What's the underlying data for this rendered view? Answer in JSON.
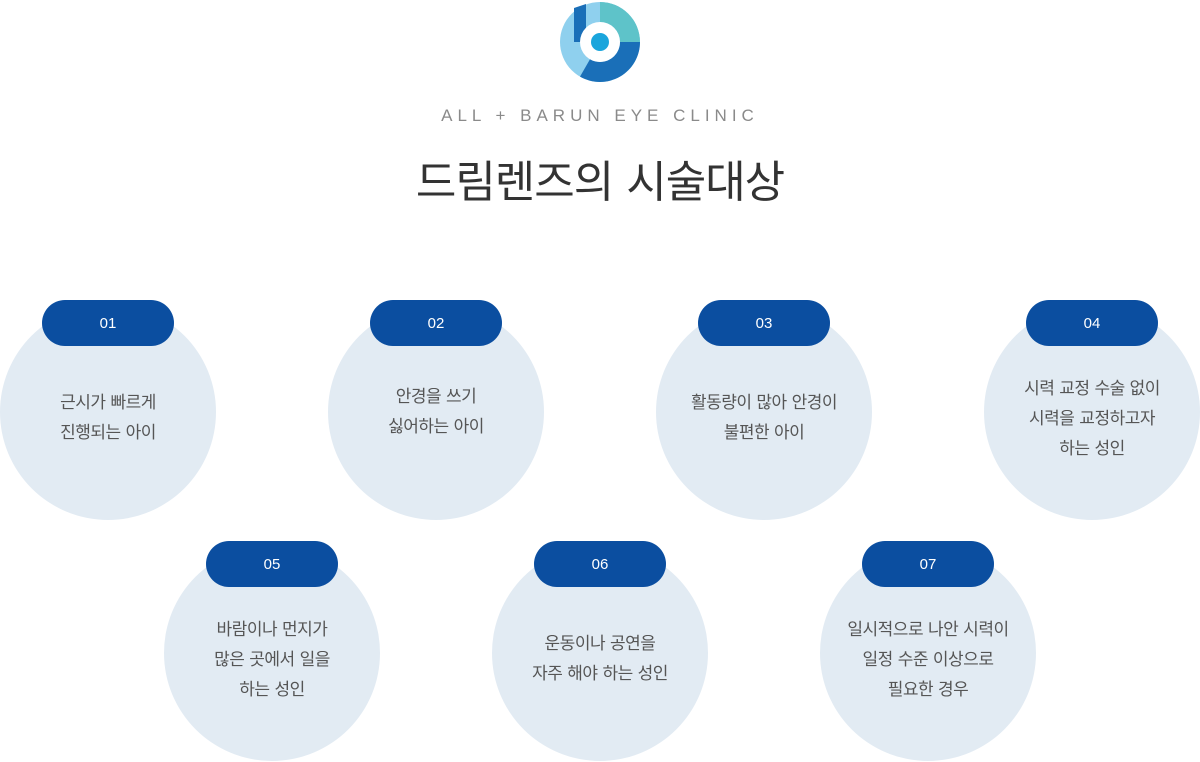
{
  "header": {
    "logo_icon": "clinic-b-logo-icon",
    "brand": "ALL + BARUN EYE CLINIC",
    "title": "드림렌즈의 시술대상"
  },
  "colors": {
    "badge": "#0b4ea0",
    "circle": "#e2ebf3",
    "logo_dark": "#1a6fb8",
    "logo_teal": "#5ec3c9",
    "logo_light": "#8fd0ee"
  },
  "items": [
    {
      "number": "01",
      "lines": [
        "근시가 빠르게",
        "진행되는 아이"
      ]
    },
    {
      "number": "02",
      "lines": [
        "안경을 쓰기",
        "싫어하는 아이"
      ]
    },
    {
      "number": "03",
      "lines": [
        "활동량이 많아 안경이",
        "불편한 아이"
      ]
    },
    {
      "number": "04",
      "lines": [
        "시력 교정 수술 없이",
        "시력을 교정하고자",
        "하는 성인"
      ]
    },
    {
      "number": "05",
      "lines": [
        "바람이나 먼지가",
        "많은 곳에서 일을",
        "하는 성인"
      ]
    },
    {
      "number": "06",
      "lines": [
        "운동이나 공연을",
        "자주 해야 하는 성인"
      ]
    },
    {
      "number": "07",
      "lines": [
        "일시적으로 나안 시력이",
        "일정 수준 이상으로",
        "필요한 경우"
      ]
    }
  ]
}
